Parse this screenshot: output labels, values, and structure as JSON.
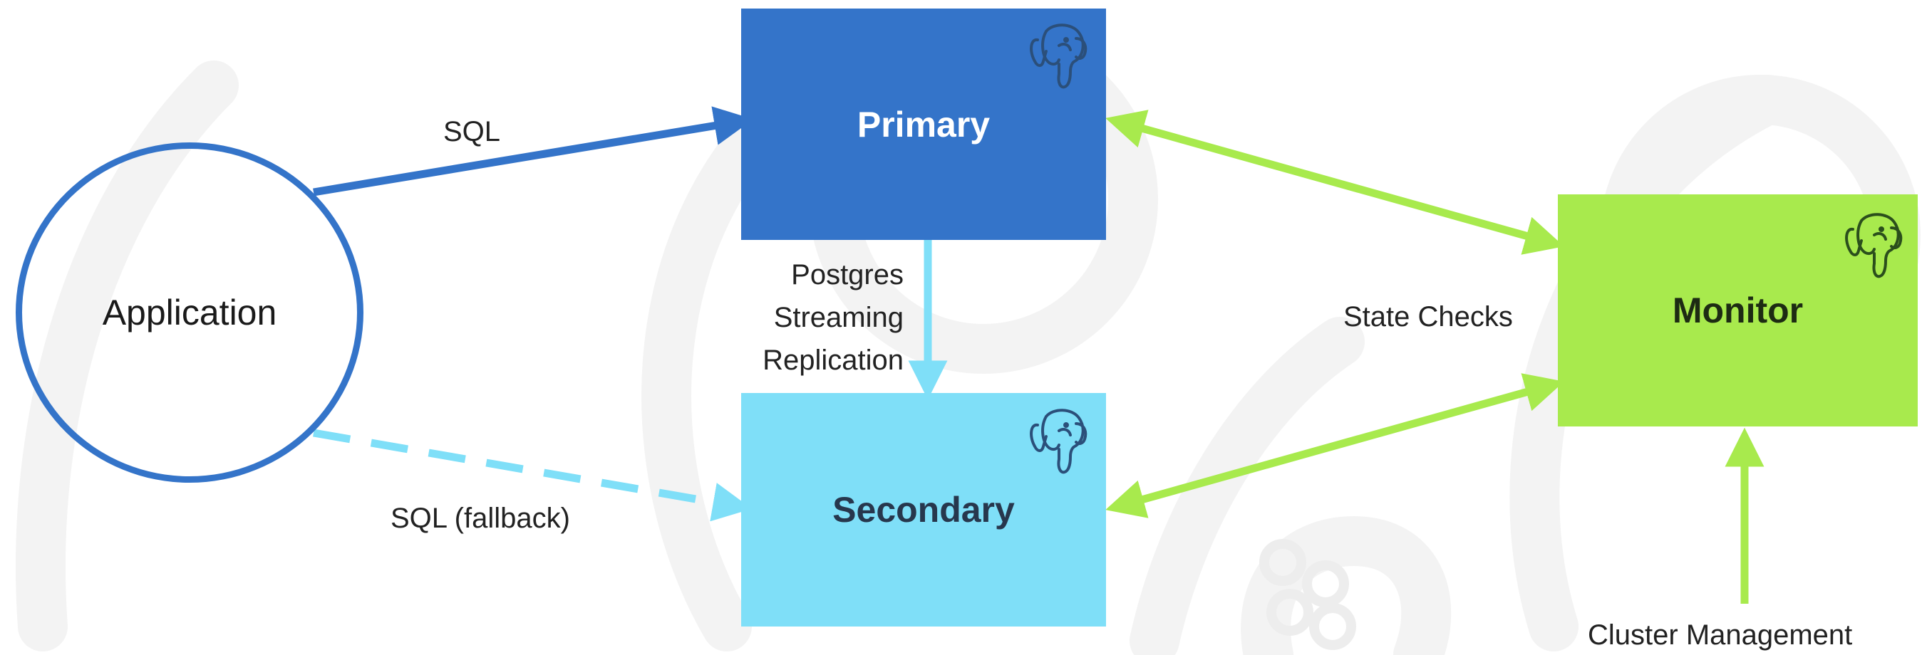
{
  "nodes": {
    "application": {
      "label": "Application"
    },
    "primary": {
      "label": "Primary",
      "fill": "#3474c9",
      "text_color": "#ffffff"
    },
    "secondary": {
      "label": "Secondary",
      "fill": "#7fdff8",
      "text_color": "#27374d"
    },
    "monitor": {
      "label": "Monitor",
      "fill": "#a8ea4d",
      "text_color": "#1d2b13"
    }
  },
  "edges": {
    "app_to_primary": {
      "label": "SQL",
      "color": "#3474c9",
      "style": "solid"
    },
    "app_to_secondary": {
      "label": "SQL (fallback)",
      "color": "#7fdff8",
      "style": "dashed"
    },
    "replication": {
      "label_lines": [
        "Postgres",
        "Streaming",
        "Replication"
      ],
      "color": "#7fdff8"
    },
    "state_checks": {
      "label": "State Checks",
      "color": "#a8ea4d"
    },
    "cluster_management": {
      "label": "Cluster Management",
      "color": "#a8ea4d"
    }
  },
  "icons": {
    "node_icon": "postgres-elephant-icon",
    "background": "postgres-elephant-watermark"
  }
}
